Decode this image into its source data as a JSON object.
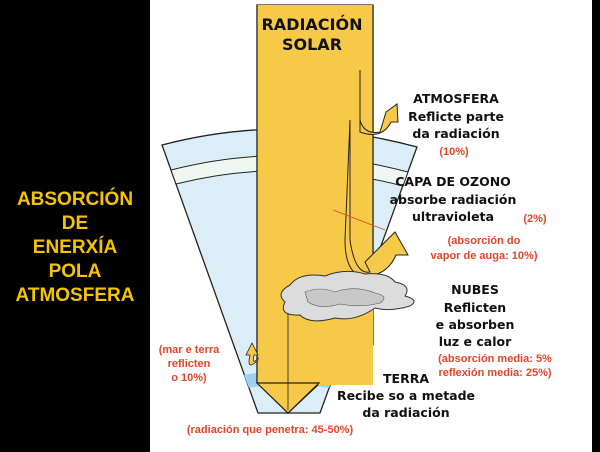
{
  "title_lines": [
    "ABSORCIÓN",
    "DE",
    "ENERXÍA",
    "POLA",
    "ATMOSFERA"
  ],
  "beam_label": [
    "RADIACIÓN",
    "SOLAR"
  ],
  "atmosfera": {
    "heading": "ATMOSFERA",
    "lines": [
      "Reflicte parte",
      "da radiación"
    ],
    "percent": "(10%)"
  },
  "ozono": {
    "heading": "CAPA DE OZONO",
    "lines": [
      "absorbe radiación",
      "ultravioleta"
    ],
    "percent": "(2%)"
  },
  "vapor": [
    "(absorción do",
    "vapor de auga: 10%)"
  ],
  "nubes": {
    "heading": "NUBES",
    "lines": [
      "Reflicten",
      "e absorben",
      "luz e calor"
    ],
    "notes": [
      "(absorción media: 5%",
      "reflexión media: 25%)"
    ]
  },
  "terra": {
    "heading": "TERRA",
    "lines": [
      "Recibe so a metade",
      "da radiación"
    ]
  },
  "mar": [
    "(mar e terra",
    "reflicten",
    "o 10%)"
  ],
  "penetra": "(radiación que penetra: 45-50%)",
  "colors": {
    "beam": "#f7c948",
    "title": "#f5c400",
    "sky": "#dbeef7",
    "red": "#e5452a"
  }
}
